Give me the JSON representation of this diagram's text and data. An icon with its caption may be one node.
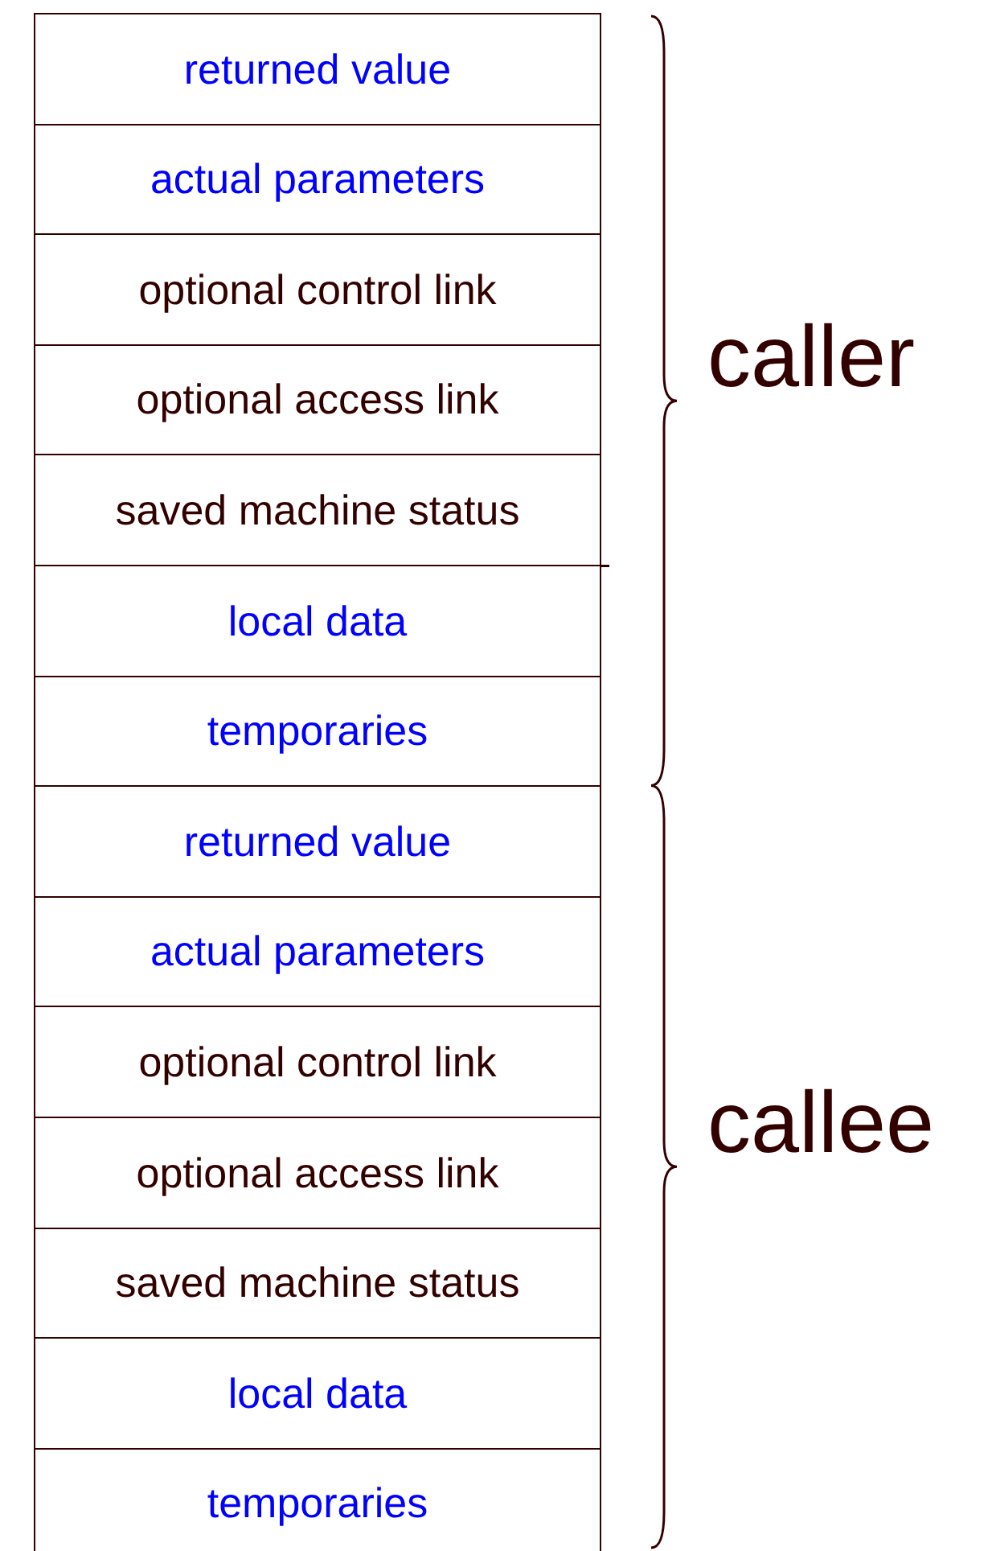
{
  "diagram": {
    "nodes": [
      {
        "text": [
          "returned value"
        ]
      },
      {
        "text": [
          "actual parameters"
        ]
      },
      {
        "text": [
          "optional control link"
        ]
      },
      {
        "text": [
          "optional access link"
        ]
      },
      {
        "text": [
          "saved machine status"
        ]
      },
      {
        "text": [
          "local data"
        ]
      },
      {
        "text": [
          "temporaries"
        ]
      },
      {
        "text": [
          "returned value"
        ]
      },
      {
        "text": [
          "actual parameters"
        ]
      },
      {
        "text": [
          "optional control link"
        ]
      },
      {
        "text": [
          "optional access link"
        ]
      },
      {
        "text": [
          "saved machine status"
        ]
      },
      {
        "text": [
          "local data"
        ]
      },
      {
        "text": [
          "temporaries"
        ]
      }
    ],
    "labels": [
      "caller",
      "callee"
    ]
  }
}
